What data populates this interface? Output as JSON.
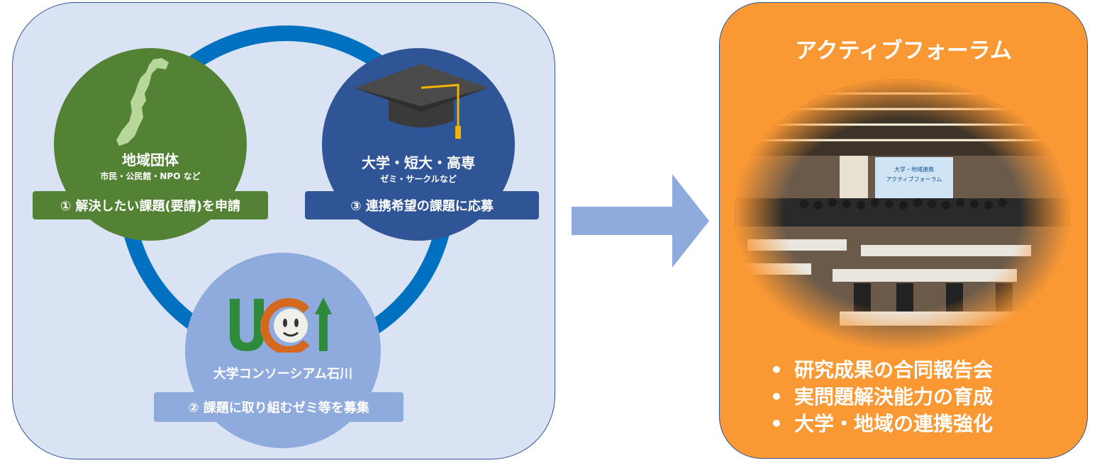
{
  "nodes": {
    "community": {
      "title": "地域団体",
      "subtitle": "市民・公民館・NPO など",
      "step": "① 解決したい課題(要請)を申請"
    },
    "university": {
      "title": "大学・短大・高専",
      "subtitle": "ゼミ・サークルなど",
      "step": "③ 連携希望の課題に応募"
    },
    "consortium": {
      "logo_text": "UCI",
      "title": "大学コンソーシアム石川",
      "step": "② 課題に取り組むゼミ等を募集"
    }
  },
  "forum": {
    "title": "アクティブフォーラム",
    "screen_text": "大学・地域連携 アクティブフォーラム",
    "bullets": [
      "研究成果の合同報告会",
      "実問題解決能力の育成",
      "大学・地域の連携強化"
    ]
  },
  "colors": {
    "left_bg": "#dae3f3",
    "ring": "#0070c0",
    "green": "#548235",
    "navy": "#2f5597",
    "light_blue": "#8faadc",
    "orange": "#fa9834",
    "arrow": "#8faadc"
  },
  "icons": [
    "ishikawa-map-icon",
    "graduation-cap-icon",
    "uci-logo",
    "right-arrow"
  ]
}
